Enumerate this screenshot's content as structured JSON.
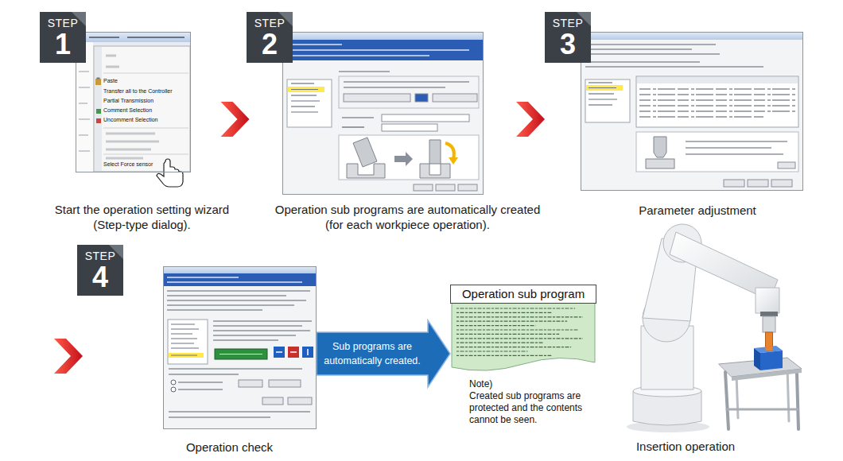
{
  "diagram": {
    "nodes": [
      {
        "text": [
          "STEP",
          "1"
        ]
      },
      {
        "text": [
          "Start the operation setting wizard (Step-type dialog)."
        ]
      },
      {
        "text": [
          "STEP",
          "2"
        ]
      },
      {
        "text": [
          "Operation sub programs are automatically created (for each workpiece operation)."
        ]
      },
      {
        "text": [
          "STEP",
          "3"
        ]
      },
      {
        "text": [
          "Parameter adjustment"
        ]
      },
      {
        "text": [
          "STEP",
          "4"
        ]
      },
      {
        "text": [
          "Operation check"
        ]
      },
      {
        "text": [
          "Operation sub program"
        ]
      }
    ],
    "edges": [
      {
        "from": 1,
        "to": 3,
        "arrow": "to"
      },
      {
        "from": 3,
        "to": 5,
        "arrow": "to"
      },
      {
        "from": 5,
        "to": 7,
        "arrow": "to"
      },
      {
        "from": 7,
        "to": 8,
        "arrow": "to",
        "label": "Sub programs are automatically created."
      }
    ],
    "labels": [
      "Paste",
      "Transfer all to the Controller",
      "Partial Transmission",
      "Comment Selection",
      "Uncomment Selection",
      "Select Force sensor",
      "Note)",
      "Created sub programs are protected and the contents cannot be seen.",
      "Insertion operation"
    ]
  }
}
